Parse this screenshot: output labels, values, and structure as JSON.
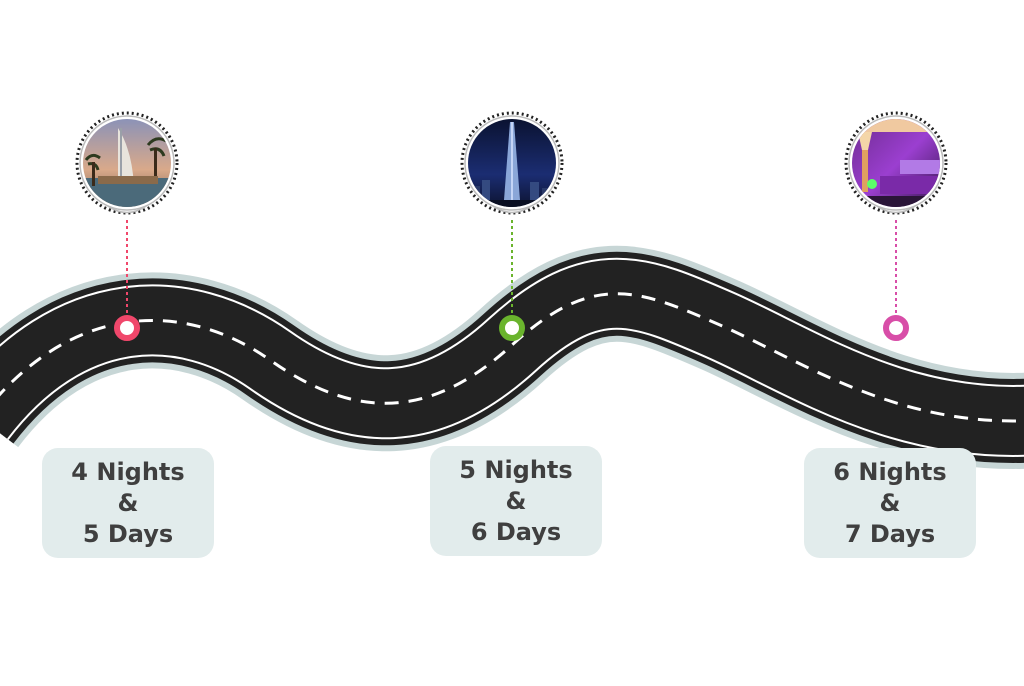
{
  "colors": {
    "background": "#ffffff",
    "road": "#222222",
    "road_shoulder": "#c7d6d6",
    "road_edge_line": "#ffffff",
    "lane_dash": "#ffffff",
    "card_background": "#e2ecec",
    "card_text": "#3f3f3f"
  },
  "milestones": [
    {
      "image_icon": "burj-al-arab-photo",
      "accent": "#f0476b",
      "line1": "4 Nights",
      "line2": "&",
      "line3": "5 Days"
    },
    {
      "image_icon": "burj-khalifa-night-photo",
      "accent": "#6ab42d",
      "line1": "5 Nights",
      "line2": "&",
      "line3": "6 Days"
    },
    {
      "image_icon": "nightclub-lounge-photo",
      "accent": "#d84ea8",
      "line1": "6 Nights",
      "line2": "&",
      "line3": "7 Days"
    }
  ]
}
